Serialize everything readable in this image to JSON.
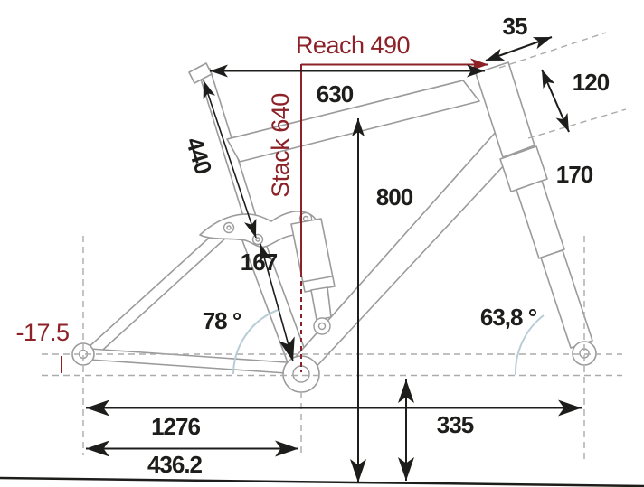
{
  "diagram": {
    "type": "bike-frame-geometry",
    "description": "Mountain bike frame geometry drawing with dimension arrows"
  },
  "labels": {
    "reach": "Reach 490",
    "stack": "Stack 640",
    "bb_drop": "-17.5",
    "top_tube": "630",
    "stem": "35",
    "head_tube": "120",
    "fork": "170",
    "standover": "800",
    "seat_tube": "440",
    "link": "167",
    "seat_angle": "78 °",
    "head_angle": "63,8 °",
    "wheelbase": "1276",
    "chainstay": "436.2",
    "bb_height": "335"
  },
  "colors": {
    "dimension_black": "#1d1d1b",
    "reference_red": "#8c2127",
    "frame_grey": "#9b9b9b",
    "guide_grey": "#ababab",
    "angle_arc_blue": "#b9cdd6",
    "background": "#ffffff"
  }
}
